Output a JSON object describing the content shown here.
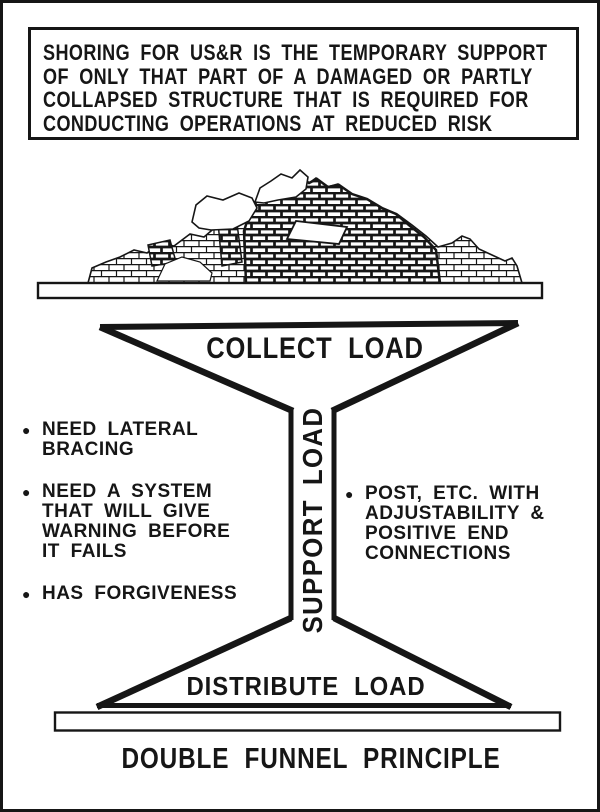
{
  "colors": {
    "ink": "#161616",
    "paper": "#ffffff"
  },
  "glyphs": {
    "bullet": "●"
  },
  "header_box": {
    "text": "SHORING FOR US&R IS THE TEMPORARY SUPPORT\nOF ONLY THAT PART OF A DAMAGED OR PARTLY\nCOLLAPSED STRUCTURE THAT IS REQUIRED FOR\nCONDUCTING OPERATIONS AT REDUCED RISK"
  },
  "funnel": {
    "collect_label": "COLLECT LOAD",
    "support_label": "SUPPORT LOAD",
    "distribute_label": "DISTRIBUTE LOAD"
  },
  "support_requirements": {
    "left": [
      "NEED LATERAL\nBRACING",
      "NEED A SYSTEM\nTHAT WILL GIVE\nWARNING BEFORE\nIT FAILS",
      "HAS FORGIVENESS"
    ],
    "right": [
      "POST, ETC. WITH\nADJUSTABILITY &\nPOSITIVE END\nCONNECTIONS"
    ]
  },
  "caption": {
    "title": "DOUBLE FUNNEL PRINCIPLE"
  }
}
